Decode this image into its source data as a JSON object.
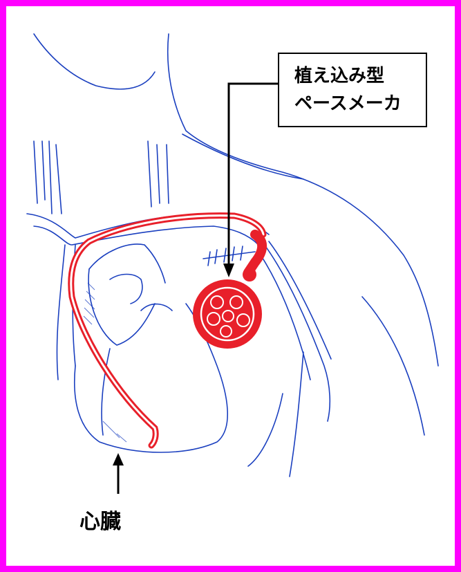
{
  "labels": {
    "pacemaker_line1": "植え込み型",
    "pacemaker_line2": "ペースメーカ",
    "heart": "心臓"
  },
  "colors": {
    "frame": "#ff00ff",
    "outline": "#1a3fbf",
    "pacemaker": "#e8202a",
    "arrow": "#000000"
  },
  "icons": [
    "pacemaker-device-icon",
    "heart-outline-icon"
  ]
}
